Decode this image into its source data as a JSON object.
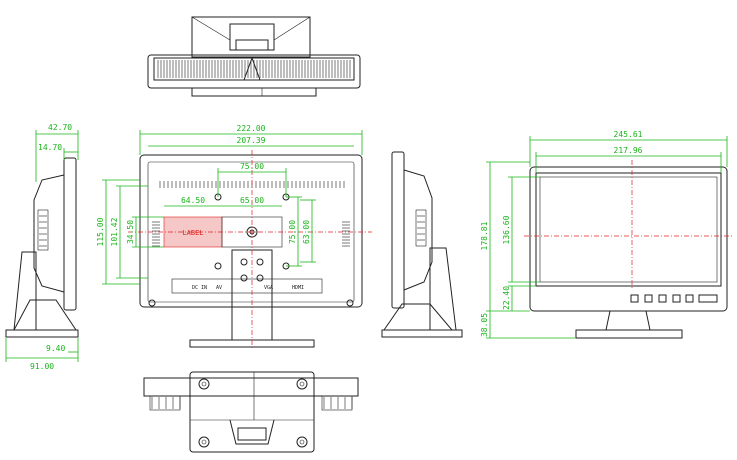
{
  "dimensions": {
    "side_depth_top": "42.70",
    "side_depth_second": "14.70",
    "side_base_step": "9.40",
    "side_base_total": "91.00",
    "back_width_outer": "222.00",
    "back_width_inner": "207.39",
    "vesa_top": "75.00",
    "label_width": "64.50",
    "vesa_width": "65.00",
    "back_height_outer": "115.00",
    "back_height_inner": "101.42",
    "label_height": "34.50",
    "vesa_v1": "75.00",
    "vesa_v2": "63.00",
    "front_width_outer": "245.61",
    "front_width_inner": "217.96",
    "front_height_outer": "178.81",
    "front_height_screen": "136.60",
    "front_bottom_bezel": "22.40",
    "front_stand_height": "38.05"
  },
  "labels": {
    "label_text": "LABEL",
    "port_dc": "DC IN",
    "port_av": "AV",
    "port_vga": "VGA",
    "port_hdmi": "HDMI"
  },
  "colors": {
    "dimension": "#19b419",
    "centerline": "#e02020",
    "outline": "#222222"
  }
}
